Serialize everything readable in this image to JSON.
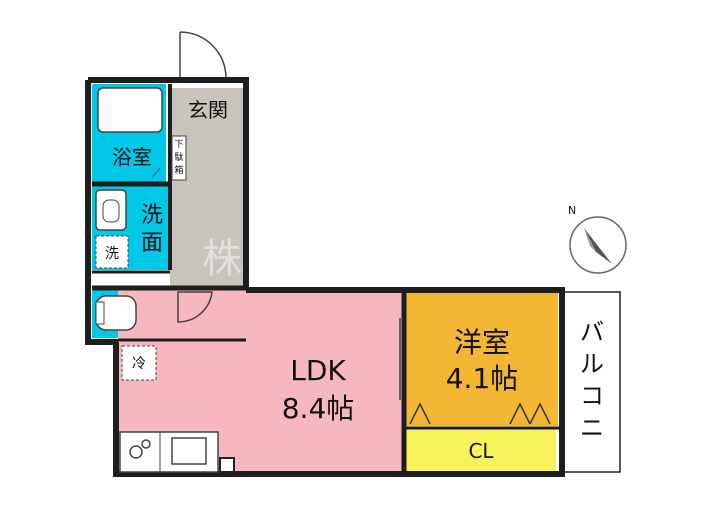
{
  "rooms": {
    "entrance": "玄関",
    "shoe_box": "下駄箱",
    "bathroom": "浴室",
    "washroom_line1": "洗",
    "washroom_line2": "面",
    "washer": "洗",
    "fridge": "冷",
    "ldk_line1": "LDK",
    "ldk_line2": "8.4帖",
    "western_line1": "洋室",
    "western_line2": "4.1帖",
    "closet": "CL",
    "balcony": "バルコニー"
  },
  "compass": {
    "label": "N"
  },
  "watermark": "株",
  "colors": {
    "bath": "#00c8e6",
    "entrance": "#c8c3bb",
    "ldk": "#f7b7c0",
    "western": "#f2b632",
    "closet": "#f7f25a",
    "wall": "#1e1e1e"
  }
}
